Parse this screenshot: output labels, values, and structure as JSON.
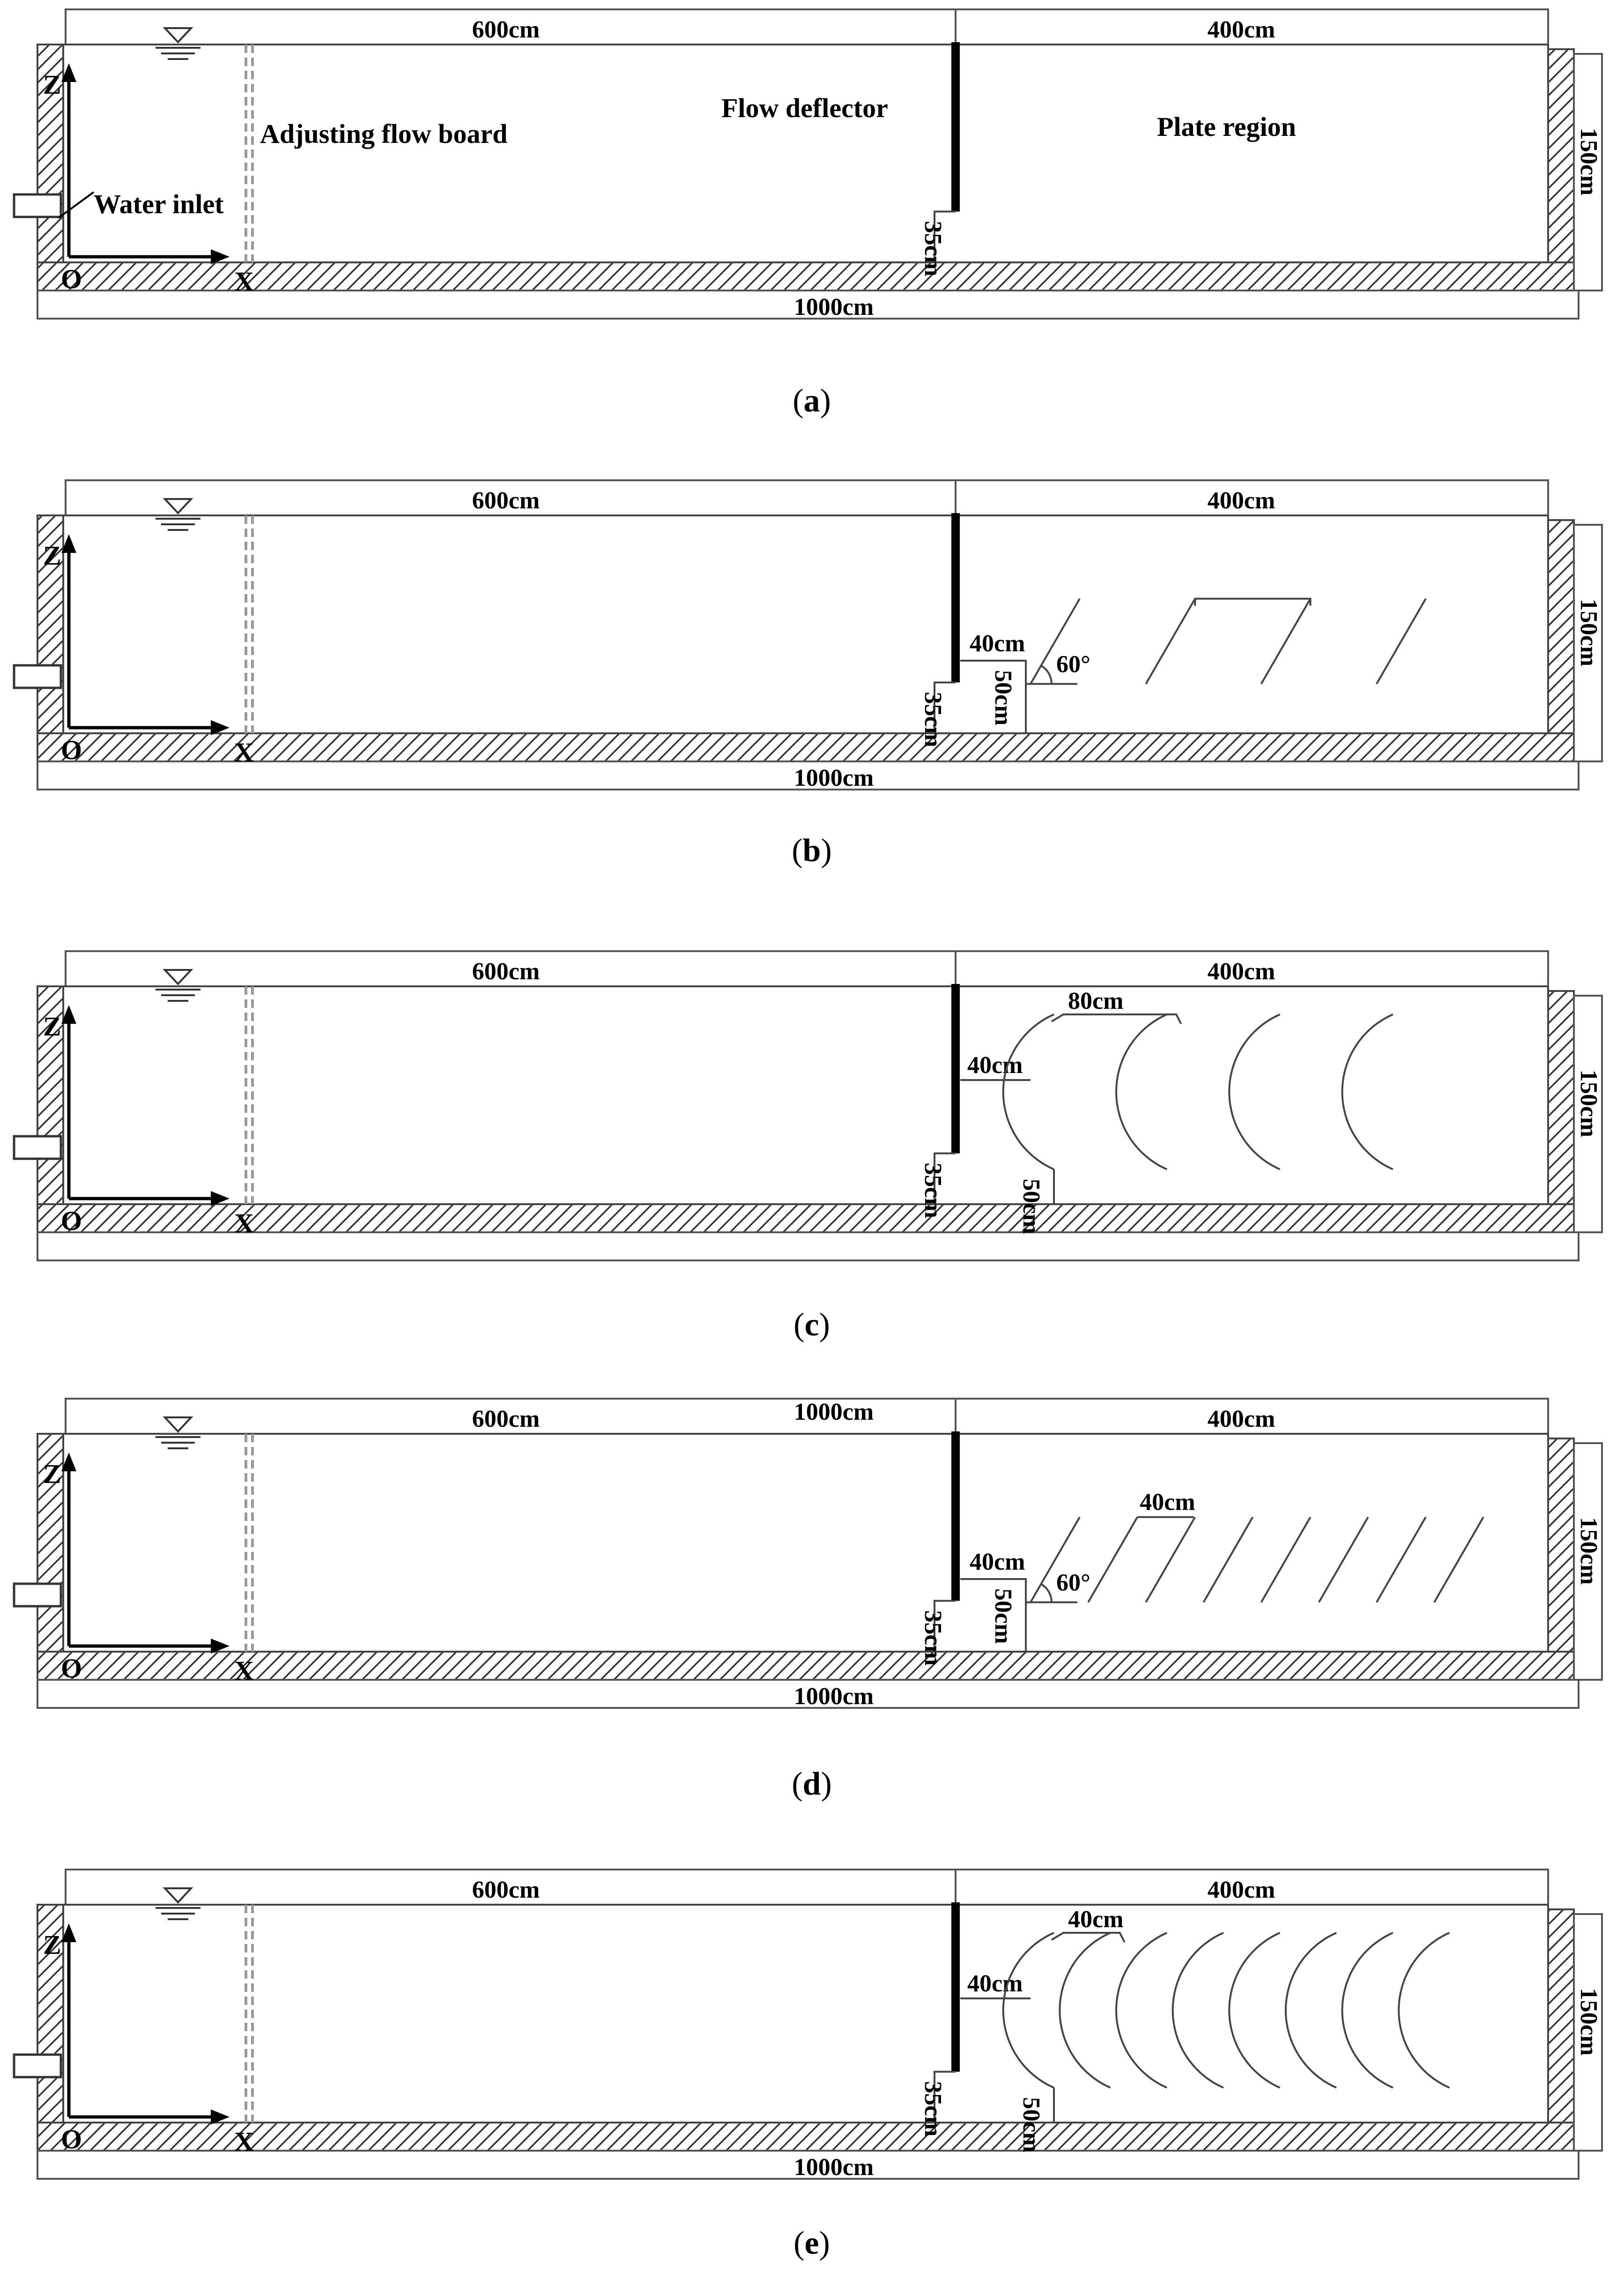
{
  "panels": [
    {
      "id": "a",
      "caption_open": "(",
      "caption_letter": "a",
      "caption_close": ")",
      "top_left_dim": "600cm",
      "top_right_dim": "400cm",
      "top_mid_dim": "",
      "height_dim": "150cm",
      "bottom_dim": "1000cm",
      "step_dim": "35cm",
      "block_width_dim": "",
      "block_height_dim": "",
      "plate_dim": "",
      "angle_dim": "",
      "axis_z": "Z",
      "axis_x": "X",
      "origin": "O",
      "label_board": "Adjusting flow board",
      "label_deflector": "Flow deflector",
      "label_plate": "Plate region",
      "label_inlet": "Water inlet",
      "plates": {
        "shape": "none",
        "count": 0
      }
    },
    {
      "id": "b",
      "caption_open": "(",
      "caption_letter": "b",
      "caption_close": ")",
      "top_left_dim": "600cm",
      "top_right_dim": "400cm",
      "top_mid_dim": "",
      "height_dim": "150cm",
      "bottom_dim": "1000cm",
      "step_dim": "35cm",
      "block_width_dim": "40cm",
      "block_height_dim": "50cm",
      "plate_dim": "",
      "angle_dim": "60°",
      "axis_z": "Z",
      "axis_x": "X",
      "origin": "O",
      "label_board": "",
      "label_deflector": "",
      "label_plate": "",
      "label_inlet": "",
      "plates": {
        "shape": "inclined",
        "count": 4,
        "angle_deg": 60
      }
    },
    {
      "id": "c",
      "caption_open": "(",
      "caption_letter": "c",
      "caption_close": ")",
      "top_left_dim": "600cm",
      "top_right_dim": "400cm",
      "top_mid_dim": "",
      "height_dim": "150cm",
      "bottom_dim": "",
      "step_dim": "35cm",
      "block_width_dim": "40cm",
      "block_height_dim": "50cm",
      "plate_dim": "80cm",
      "angle_dim": "",
      "axis_z": "Z",
      "axis_x": "X",
      "origin": "O",
      "label_board": "",
      "label_deflector": "",
      "label_plate": "",
      "label_inlet": "",
      "plates": {
        "shape": "arc",
        "count": 4
      }
    },
    {
      "id": "d",
      "caption_open": "(",
      "caption_letter": "d",
      "caption_close": ")",
      "top_left_dim": "600cm",
      "top_right_dim": "400cm",
      "top_mid_dim": "1000cm",
      "height_dim": "150cm",
      "bottom_dim": "1000cm",
      "step_dim": "35cm",
      "block_width_dim": "40cm",
      "block_height_dim": "50cm",
      "plate_dim": "40cm",
      "angle_dim": "60°",
      "axis_z": "Z",
      "axis_x": "X",
      "origin": "O",
      "label_board": "",
      "label_deflector": "",
      "label_plate": "",
      "label_inlet": "",
      "plates": {
        "shape": "inclined",
        "count": 8,
        "angle_deg": 60
      }
    },
    {
      "id": "e",
      "caption_open": "(",
      "caption_letter": "e",
      "caption_close": ")",
      "top_left_dim": "600cm",
      "top_right_dim": "400cm",
      "top_mid_dim": "",
      "height_dim": "150cm",
      "bottom_dim": "1000cm",
      "step_dim": "35cm",
      "block_width_dim": "40cm",
      "block_height_dim": "50cm",
      "plate_dim": "40cm",
      "angle_dim": "",
      "axis_z": "Z",
      "axis_x": "X",
      "origin": "O",
      "label_board": "",
      "label_deflector": "",
      "label_plate": "",
      "label_inlet": "",
      "plates": {
        "shape": "arc",
        "count": 8
      }
    }
  ]
}
